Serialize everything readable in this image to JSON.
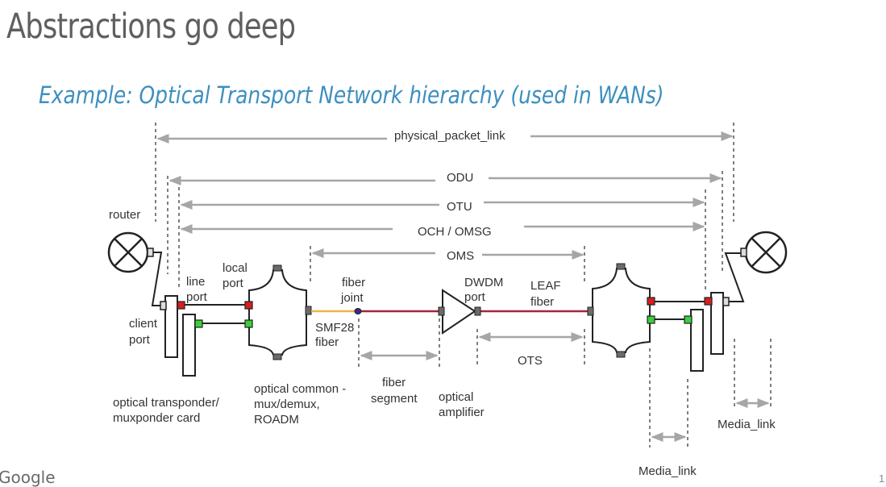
{
  "slide": {
    "title": "Abstractions go deep",
    "subtitle": "Example: Optical Transport Network hierarchy (used in WANs)",
    "footer_logo": "Google",
    "page_number": "1"
  },
  "layers": [
    {
      "id": "physical_packet_link",
      "label": "physical_packet_link"
    },
    {
      "id": "odu",
      "label": "ODU"
    },
    {
      "id": "otu",
      "label": "OTU"
    },
    {
      "id": "och",
      "label": "OCH / OMSG"
    },
    {
      "id": "oms",
      "label": "OMS"
    },
    {
      "id": "ots",
      "label": "OTS"
    },
    {
      "id": "fiber_segment",
      "label": [
        "fiber",
        "segment"
      ]
    },
    {
      "id": "media_link_left",
      "label": "Media_link"
    },
    {
      "id": "media_link_right",
      "label": "Media_link"
    }
  ],
  "labels": {
    "router": "router",
    "line_port": [
      "line",
      "port"
    ],
    "local_port": [
      "local",
      "port"
    ],
    "client_port": [
      "client",
      "port"
    ],
    "fiber_joint": [
      "fiber",
      "joint"
    ],
    "smf28": [
      "SMF28",
      "fiber"
    ],
    "dwdm_port": [
      "DWDM",
      "port"
    ],
    "leaf_fiber": [
      "LEAF",
      "fiber"
    ],
    "transponder": [
      "optical transponder/",
      "muxponder card"
    ],
    "optical_common": [
      "optical common -",
      "mux/demux,",
      "ROADM"
    ],
    "optical_amplifier": [
      "optical",
      "amplifier"
    ]
  },
  "colors": {
    "arrow": "#a6a6a6",
    "line": "#222222",
    "port_red": "#d42020",
    "port_green": "#3ccf3c",
    "port_gray": "#6b6b6b",
    "fiber_smf28": "#f0b24a",
    "fiber_leaf": "#a5263a",
    "joint": "#3a2a8a",
    "title": "#5f5f5f",
    "subtitle": "#3d8fbf"
  }
}
